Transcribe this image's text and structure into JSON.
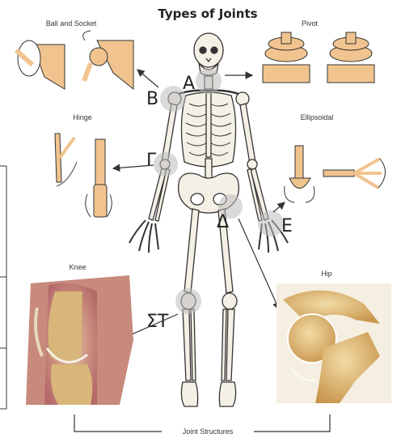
{
  "title": "Types of Joints",
  "joint_labels": {
    "ball_and_socket": "Ball and Socket",
    "pivot": "Pivot",
    "hinge": "Hinge",
    "ellipsoidal": "Ellipsoidal",
    "knee": "Knee",
    "hip": "Hip"
  },
  "letters": {
    "a": "A",
    "b": "B",
    "c": "Γ",
    "d": "Δ",
    "e": "E",
    "f": "ΣT"
  },
  "footer": "Joint Structures",
  "colors": {
    "bone": "#f5f0e6",
    "outline": "#333333",
    "highlight": "#cccccc",
    "tan": "#f1c48f",
    "brown": "#c98a4a",
    "knee_red": "#b56a6a",
    "hip_bone": "#d9b46b"
  }
}
